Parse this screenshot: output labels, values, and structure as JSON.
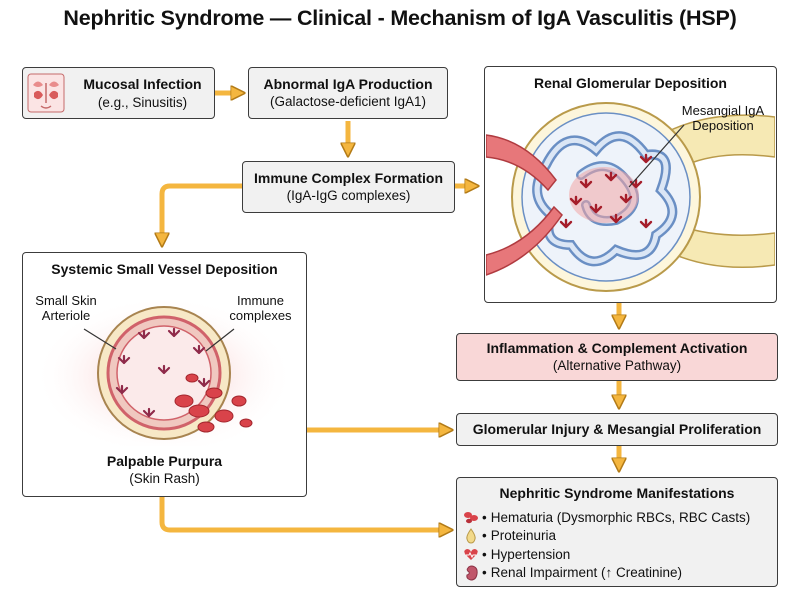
{
  "title": "Nephritic Syndrome — Clinical - Mechanism of IgA Vasculitis (HSP)",
  "nodes": {
    "mucosal": {
      "title": "Mucosal Infection",
      "subtitle": "(e.g., Sinusitis)"
    },
    "iga": {
      "title": "Abnormal IgA Production",
      "subtitle": "(Galactose-deficient IgA1)"
    },
    "complex": {
      "title": "Immune Complex Formation",
      "subtitle": "(IgA-IgG complexes)"
    },
    "inflammation": {
      "title": "Inflammation & Complement Activation",
      "subtitle": "(Alternative Pathway)"
    },
    "injury": {
      "title": "Glomerular Injury & Mesangial Proliferation"
    }
  },
  "renal": {
    "title": "Renal Glomerular Deposition",
    "callout_line1": "Mesangial IgA",
    "callout_line2": "Deposition"
  },
  "systemic": {
    "title": "Systemic Small Vessel Deposition",
    "label_left_1": "Small Skin",
    "label_left_2": "Arteriole",
    "label_right_1": "Immune",
    "label_right_2": "complexes",
    "bottom_title": "Palpable Purpura",
    "bottom_subtitle": "(Skin Rash)"
  },
  "manifestations": {
    "title": "Nephritic Syndrome Manifestations",
    "items": [
      {
        "text": "Hematuria (Dysmorphic RBCs, RBC Casts)",
        "icon": "blood-cells-icon"
      },
      {
        "text": "Proteinuria",
        "icon": "droplet-icon"
      },
      {
        "text": "Hypertension",
        "icon": "heart-icon"
      },
      {
        "text": "Renal Impairment (↑ Creatinine)",
        "icon": "kidney-icon"
      }
    ]
  },
  "colors": {
    "arrow": "#f4b63f",
    "arrow_stroke": "#b27a16",
    "box": "#f1f1f1",
    "pink_box": "#f9d7d7",
    "blood": "#d9434a",
    "vessel_blue": "#6a8fc4"
  }
}
